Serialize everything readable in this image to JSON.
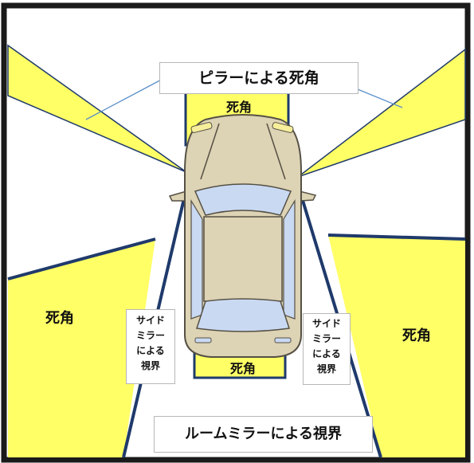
{
  "labels": {
    "pillar_blind_spot": "ピラーによる死角",
    "front_blind_spot": "死角",
    "rear_blind_spot": "死角",
    "left_blind_spot": "死角",
    "right_blind_spot": "死角",
    "left_side_mirror": [
      "サイド",
      "ミラー",
      "による",
      "視界"
    ],
    "right_side_mirror": [
      "サイド",
      "ミラー",
      "による",
      "視界"
    ],
    "room_mirror": "ルームミラーによる視界"
  },
  "colors": {
    "blind_spot_fill": "#ffff66",
    "frame": "#1a1a1a",
    "sight_line": "#1f3a6b",
    "leader_line": "#5a8fc8",
    "car_body": "#ddd3b5",
    "car_outline": "#555044",
    "glass": "#c9d9f2"
  }
}
